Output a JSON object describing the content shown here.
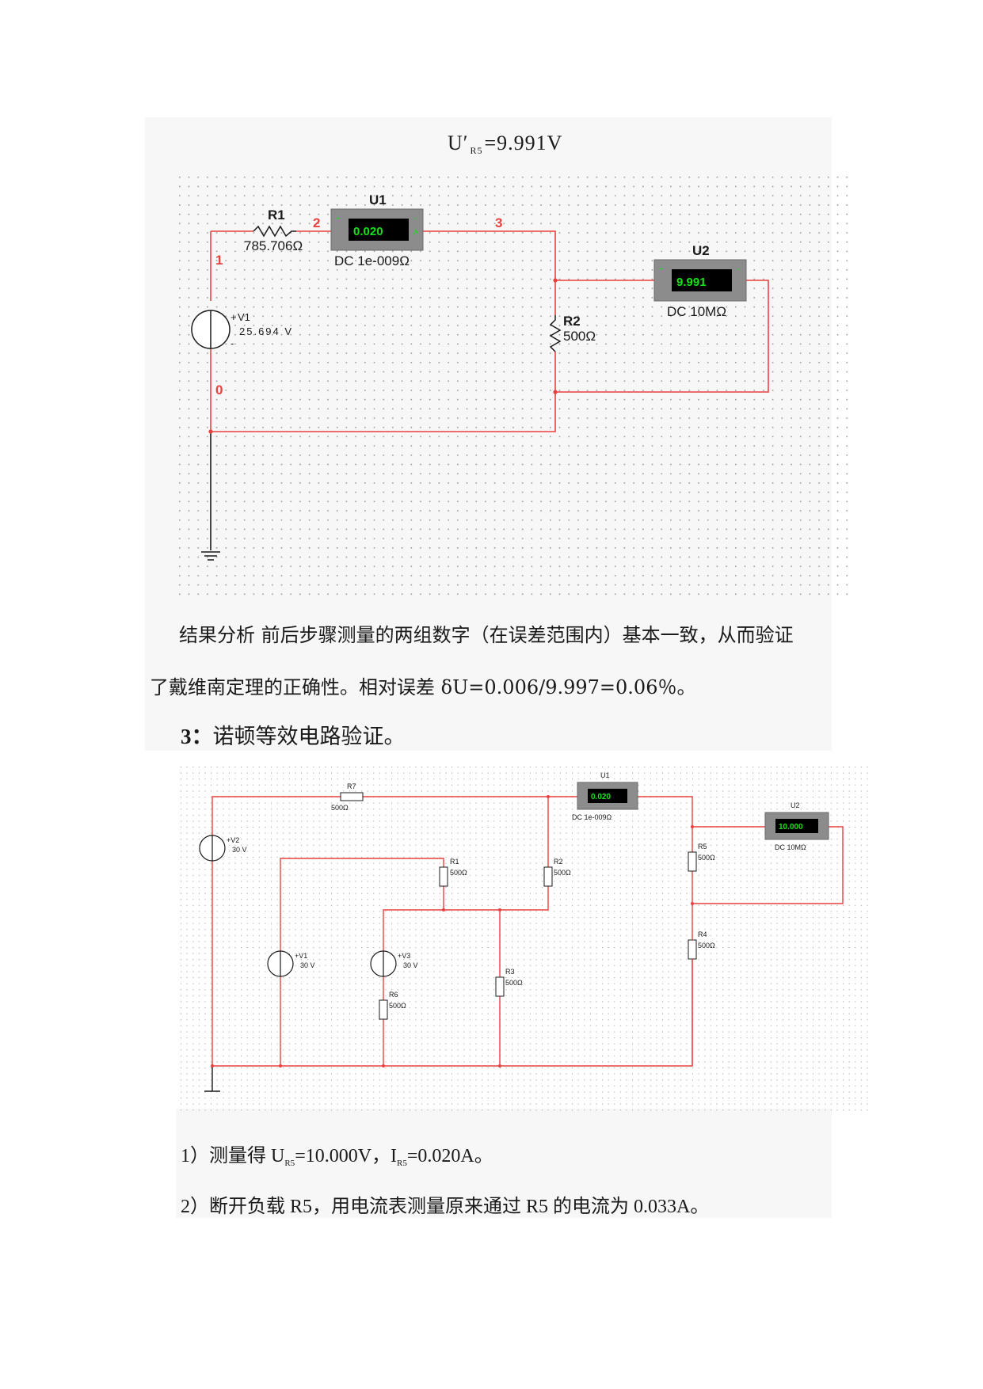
{
  "heading": {
    "prefix": "U′",
    "sub": "R5",
    "suffix": "=9.991V"
  },
  "circuit1": {
    "r1": {
      "name": "R1",
      "value": "785.706Ω"
    },
    "ammeter": {
      "name": "U1",
      "reading": "0.020",
      "mode": "DC  1e-009Ω"
    },
    "voltmeter": {
      "name": "U2",
      "reading": "9.991",
      "mode": "DC  10MΩ"
    },
    "source": {
      "name": "V1",
      "value": "25.694 V"
    },
    "r2": {
      "name": "R2",
      "value": "500Ω"
    },
    "nodes": [
      "1",
      "2",
      "3",
      "0"
    ]
  },
  "analysis": {
    "line1": "结果分析    前后步骤测量的两组数字（在误差范围内）基本一致，从而验证",
    "line2": "了戴维南定理的正确性。相对误差 δU=0.006/9.997=0.06％。"
  },
  "section3": {
    "number": "3：",
    "title": "诺顿等效电路验证。"
  },
  "circuit2": {
    "ammeter": {
      "name": "U1",
      "reading": "0.020",
      "mode": "DC   1e-009Ω"
    },
    "voltmeter": {
      "name": "U2",
      "reading": "10.000",
      "mode": "DC   10MΩ"
    },
    "resistor_value": "500Ω",
    "resistors": [
      "R7",
      "R1",
      "R2",
      "R5",
      "R4",
      "R3",
      "R6"
    ],
    "sources": [
      {
        "name": "V2",
        "value": "30 V"
      },
      {
        "name": "V1",
        "value": "30 V"
      },
      {
        "name": "V3",
        "value": "30 V"
      }
    ]
  },
  "results": {
    "line1_a": "1）测量得 U",
    "line1_sub1": "R5",
    "line1_b": "=10.000V，I",
    "line1_sub2": "R5",
    "line1_c": "=0.020A。",
    "line2": "2）断开负载 R5，用电流表测量原来通过 R5 的电流为 0.033A。"
  },
  "colors": {
    "wire": "#e8413f",
    "meter_body": "#8c8c8c",
    "display_bg": "#000000",
    "display_text": "#19e019",
    "grid_dot": "#9a9a9a"
  }
}
